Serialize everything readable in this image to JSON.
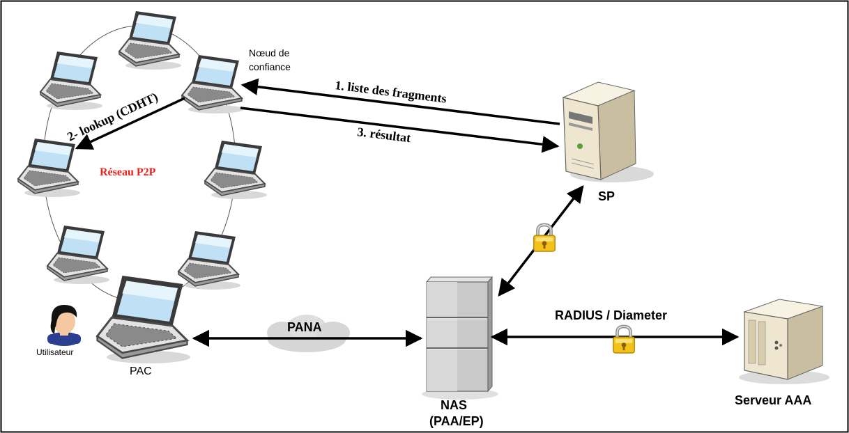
{
  "labels": {
    "trusted_node": [
      "Nœud de",
      "confiance"
    ],
    "step1": "1. liste des fragments",
    "step2": "2- lookup (CDHT)",
    "step3": "3. résultat",
    "p2p_network": "Réseau P2P",
    "user": "Utilisateur",
    "pac": "PAC",
    "pana": "PANA",
    "nas": [
      "NAS",
      "(PAA/EP)"
    ],
    "sp": "SP",
    "radius": "RADIUS / Diameter",
    "aaa_server": "Serveur AAA"
  },
  "colors": {
    "p2p_label": "#e8231e",
    "lock_body": "#f2c21a",
    "laptop_body": "#d9d9d9",
    "server_beige": "#efe6cf",
    "nas_gray": "#c9c9c9"
  },
  "icons": {
    "laptop": "laptop-icon",
    "server": "server-icon",
    "lock": "padlock-icon",
    "cloud": "cloud-icon",
    "user": "user-icon"
  }
}
